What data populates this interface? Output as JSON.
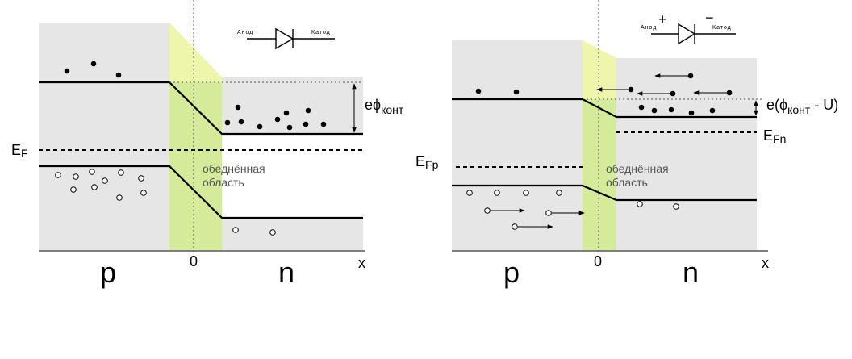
{
  "left": {
    "fermi_label": "E",
    "fermi_sub": "F",
    "barrier_label": "eϕ",
    "barrier_sub": "конт",
    "depletion_line1": "обеднённая",
    "depletion_line2": "область",
    "p_label": "p",
    "n_label": "n",
    "zero_label": "0",
    "x_label": "x",
    "anode_label": "Анод",
    "cathode_label": "Катод"
  },
  "right": {
    "fermi_p_label": "E",
    "fermi_p_sub": "Fp",
    "fermi_n_label": "E",
    "fermi_n_sub": "Fn",
    "barrier_label_start": "e(ϕ",
    "barrier_sub": "конт",
    "barrier_label_end": " - U)",
    "depletion_line1": "обеднённая",
    "depletion_line2": "область",
    "p_label": "p",
    "n_label": "n",
    "zero_label": "0",
    "x_label": "x",
    "anode_label": "Анод",
    "cathode_label": "Катод",
    "plus_sign": "+",
    "minus_sign": "−"
  },
  "colors": {
    "semiconductor_fill": "#e6e6e6",
    "depletion_fill": "#eef7a8",
    "depletion_core_fill": "#d4ec9a"
  },
  "icons": [
    "diode-icon",
    "electron-dot",
    "hole-circle"
  ]
}
